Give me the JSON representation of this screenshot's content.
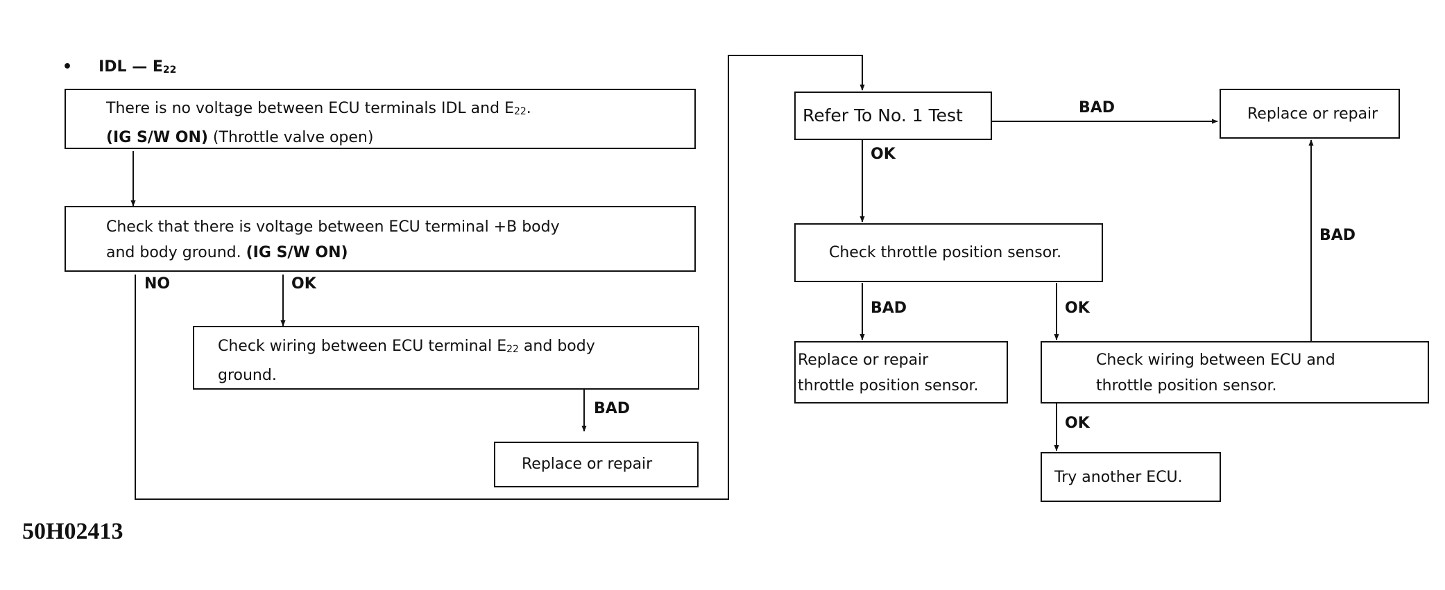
{
  "header": {
    "bullet": "•",
    "title_main": "IDL — E",
    "title_sub": "22"
  },
  "boxes": {
    "no_voltage": {
      "line1_a": "There is no voltage between ECU terminals IDL and E",
      "line1_sub": "22",
      "line1_b": ".",
      "line2_bold": "(IG S/W ON)",
      "line2_rest": " (Throttle valve open)"
    },
    "check_voltage": {
      "line1": "Check that there is voltage between ECU terminal +B body",
      "line2_a": "and body ground. ",
      "line2_bold": "(IG S/W ON)"
    },
    "check_wiring_e22": {
      "line1_a": "Check wiring between ECU terminal E",
      "line1_sub": "22",
      "line1_b": " and body",
      "line2": "ground."
    },
    "replace_left": {
      "text": "Replace or repair"
    },
    "refer_test": {
      "text": "Refer To No. 1 Test"
    },
    "replace_top_right": {
      "text": "Replace or repair"
    },
    "check_tps": {
      "text": "Check throttle position sensor."
    },
    "replace_tps": {
      "line1": "Replace or repair",
      "line2": "throttle position sensor."
    },
    "check_wiring_tps": {
      "line1": "Check wiring between ECU and",
      "line2": "throttle position sensor."
    },
    "try_ecu": {
      "text": "Try another ECU."
    }
  },
  "labels": {
    "no": "NO",
    "ok_voltage": "OK",
    "bad_wiring": "BAD",
    "bad_refer": "BAD",
    "ok_refer": "OK",
    "bad_tps": "BAD",
    "ok_tps": "OK",
    "bad_wiring_tps": "BAD",
    "ok_wiring_tps": "OK"
  },
  "figure_code": "50H02413"
}
